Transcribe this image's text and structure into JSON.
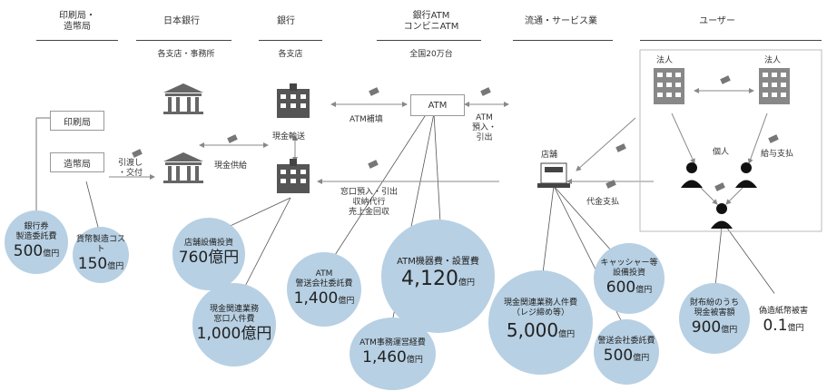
{
  "headers": {
    "printing": "印刷局・\n造幣局",
    "boj": "日本銀行",
    "bank": "銀行",
    "atm": "銀行ATM\nコンビニATM",
    "retail": "流通・サービス業",
    "user": "ユーザー"
  },
  "subheaders": {
    "boj": "各支店・事務所",
    "bank": "各支店",
    "atm": "全国20万台"
  },
  "boxes": {
    "printing_bureau": "印刷局",
    "mint_bureau": "造幣局",
    "atm": "ATM"
  },
  "labels": {
    "withdraw_deliver": "引渡し\n・交付",
    "cash_supply": "現金供給",
    "cash_transport": "現金輸送",
    "atm_refill": "ATM補填",
    "atm_deposit_withdraw": "ATM\n預入・\n引出",
    "counter": "窓口預入・引出\n収納代行\n売上金回収",
    "store": "店舗",
    "payment": "代金支払",
    "corp_left": "法人",
    "corp_right": "法人",
    "individual": "個人",
    "salary": "給与支払"
  },
  "costs": [
    {
      "title": "銀行券\n製造委託費",
      "value": "500",
      "unit": "億円"
    },
    {
      "title": "貨幣製造コスト",
      "value": "150",
      "unit": "億円"
    },
    {
      "title": "店舗設備投資",
      "value": "760億円",
      "unit": ""
    },
    {
      "title": "現金関連業務\n窓口人件費",
      "value": "1,000億円",
      "unit": ""
    },
    {
      "title": "ATM\n警送会社委託費",
      "value": "1,400",
      "unit": "億円"
    },
    {
      "title": "ATM機器費・設置費",
      "value": "4,120",
      "unit": "億円"
    },
    {
      "title": "ATM事務運営経費",
      "value": "1,460",
      "unit": "億円"
    },
    {
      "title": "現金関連業務人件費\n（レジ締め等）",
      "value": "5,000",
      "unit": "億円"
    },
    {
      "title": "キャッシャー等\n設備投資",
      "value": "600",
      "unit": "億円"
    },
    {
      "title": "警送会社委託費",
      "value": "500",
      "unit": "億円"
    },
    {
      "title": "財布紛のうち\n現金被害額",
      "value": "900",
      "unit": "億円"
    },
    {
      "title": "偽造紙幣被害",
      "value": "0.1",
      "unit": "億円"
    }
  ]
}
